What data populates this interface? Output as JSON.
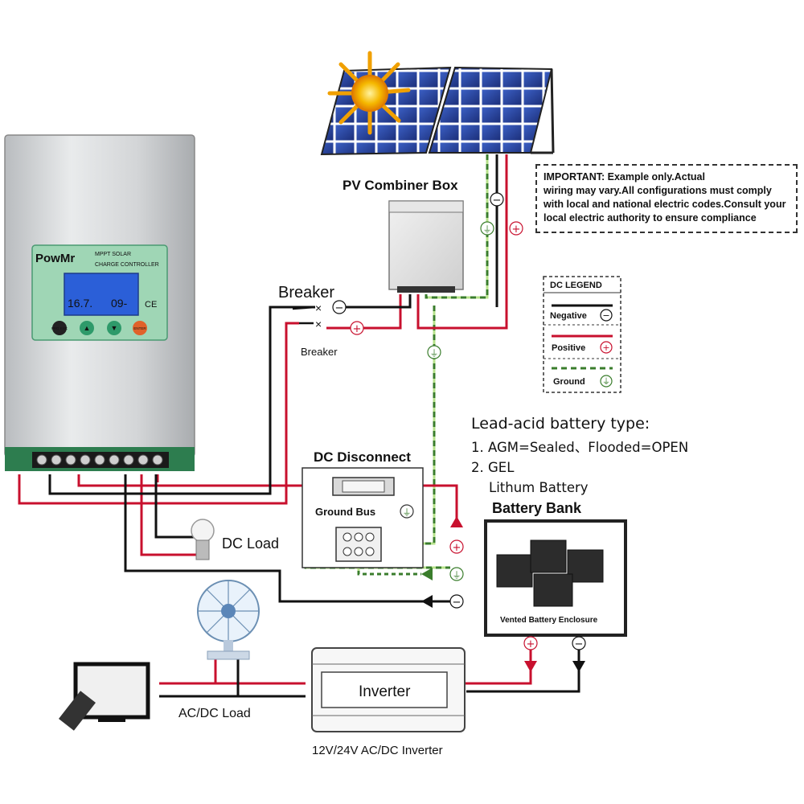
{
  "controller": {
    "brand": "PowMr",
    "subtitle_line1": "MPPT SOLAR",
    "subtitle_line2": "CHARGE CONTROLLER",
    "lcd_left": "16.7.",
    "lcd_right": "09-",
    "ce_mark": "CE",
    "buttons": [
      {
        "label": "PRG ESC",
        "color": "#222222"
      },
      {
        "label": "▲",
        "color": "#2e9a6a"
      },
      {
        "label": "▼",
        "color": "#2e9a6a"
      },
      {
        "label": "ENTER",
        "color": "#e0622a"
      }
    ]
  },
  "labels": {
    "pv_combiner_box": "PV Combiner Box",
    "breaker_top": "Breaker",
    "breaker_bottom": "Breaker",
    "dc_disconnect": "DC Disconnect",
    "ground_bus": "Ground Bus",
    "dc_load": "DC Load",
    "ac_dc_load": "AC/DC Load",
    "inverter": "Inverter",
    "inverter_caption": "12V/24V AC/DC Inverter",
    "battery_bank": "Battery Bank",
    "vented_enclosure": "Vented Battery Enclosure"
  },
  "important": {
    "line1": "IMPORTANT: Example only.Actual",
    "line2": "wiring may vary.All configurations must comply",
    "line3": "with local and national electric codes.Consult your",
    "line4": "local electric authority to ensure compliance"
  },
  "legend": {
    "title": "DC LEGEND",
    "negative": "Negative",
    "positive": "Positive",
    "ground": "Ground",
    "colors": {
      "negative": "#111111",
      "positive": "#c8102e",
      "ground": "#3a7d2c"
    }
  },
  "battery_type": {
    "title": "Lead-acid battery type:",
    "item1": "1. AGM=Sealed、Flooded=OPEN",
    "item2": "2. GEL",
    "item3": "Lithum Battery"
  },
  "symbols": {
    "negative": "−",
    "positive": "+",
    "ground": "⏚"
  }
}
